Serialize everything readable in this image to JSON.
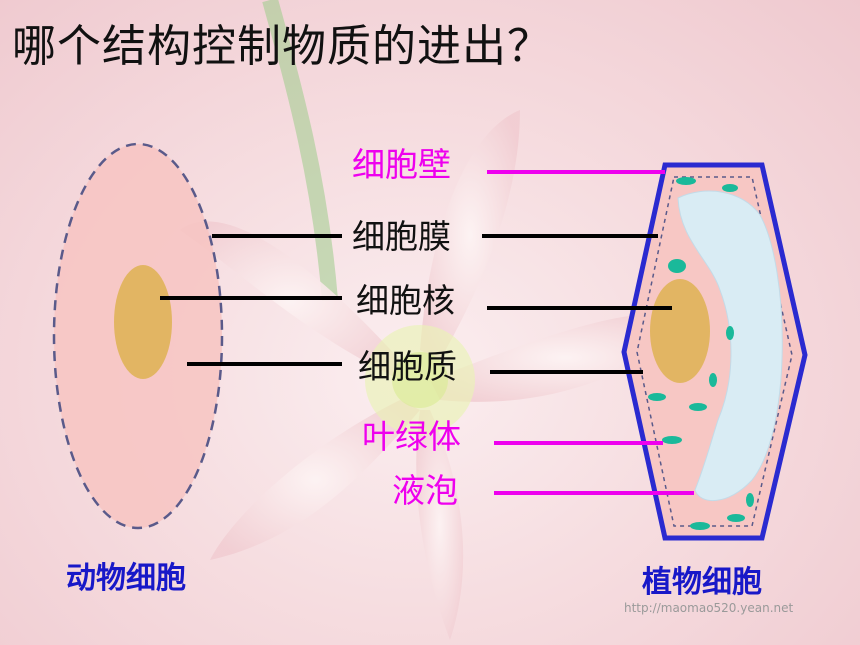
{
  "title": "哪个结构控制物质的进出？",
  "labels": {
    "cell_wall": "细胞壁",
    "cell_membrane": "细胞膜",
    "nucleus": "细胞核",
    "cytoplasm": "细胞质",
    "chloroplast": "叶绿体",
    "vacuole": "液泡"
  },
  "captions": {
    "animal_cell": "动物细胞",
    "plant_cell": "植物细胞"
  },
  "watermark": "http://maomao520.yean.net",
  "colors": {
    "title_text": "#111111",
    "label_black": "#111111",
    "label_magenta": "#ee00ee",
    "caption_blue": "#1818c8",
    "cell_wall_outline": "#2a2ad0",
    "nucleus_fill": "#e2b563",
    "cytoplasm_fill": "#f7c7c4",
    "vacuole_fill": "#d9ecf4",
    "chloroplast_fill": "#1ab99a",
    "membrane_dashed": "#5a5a8a"
  }
}
